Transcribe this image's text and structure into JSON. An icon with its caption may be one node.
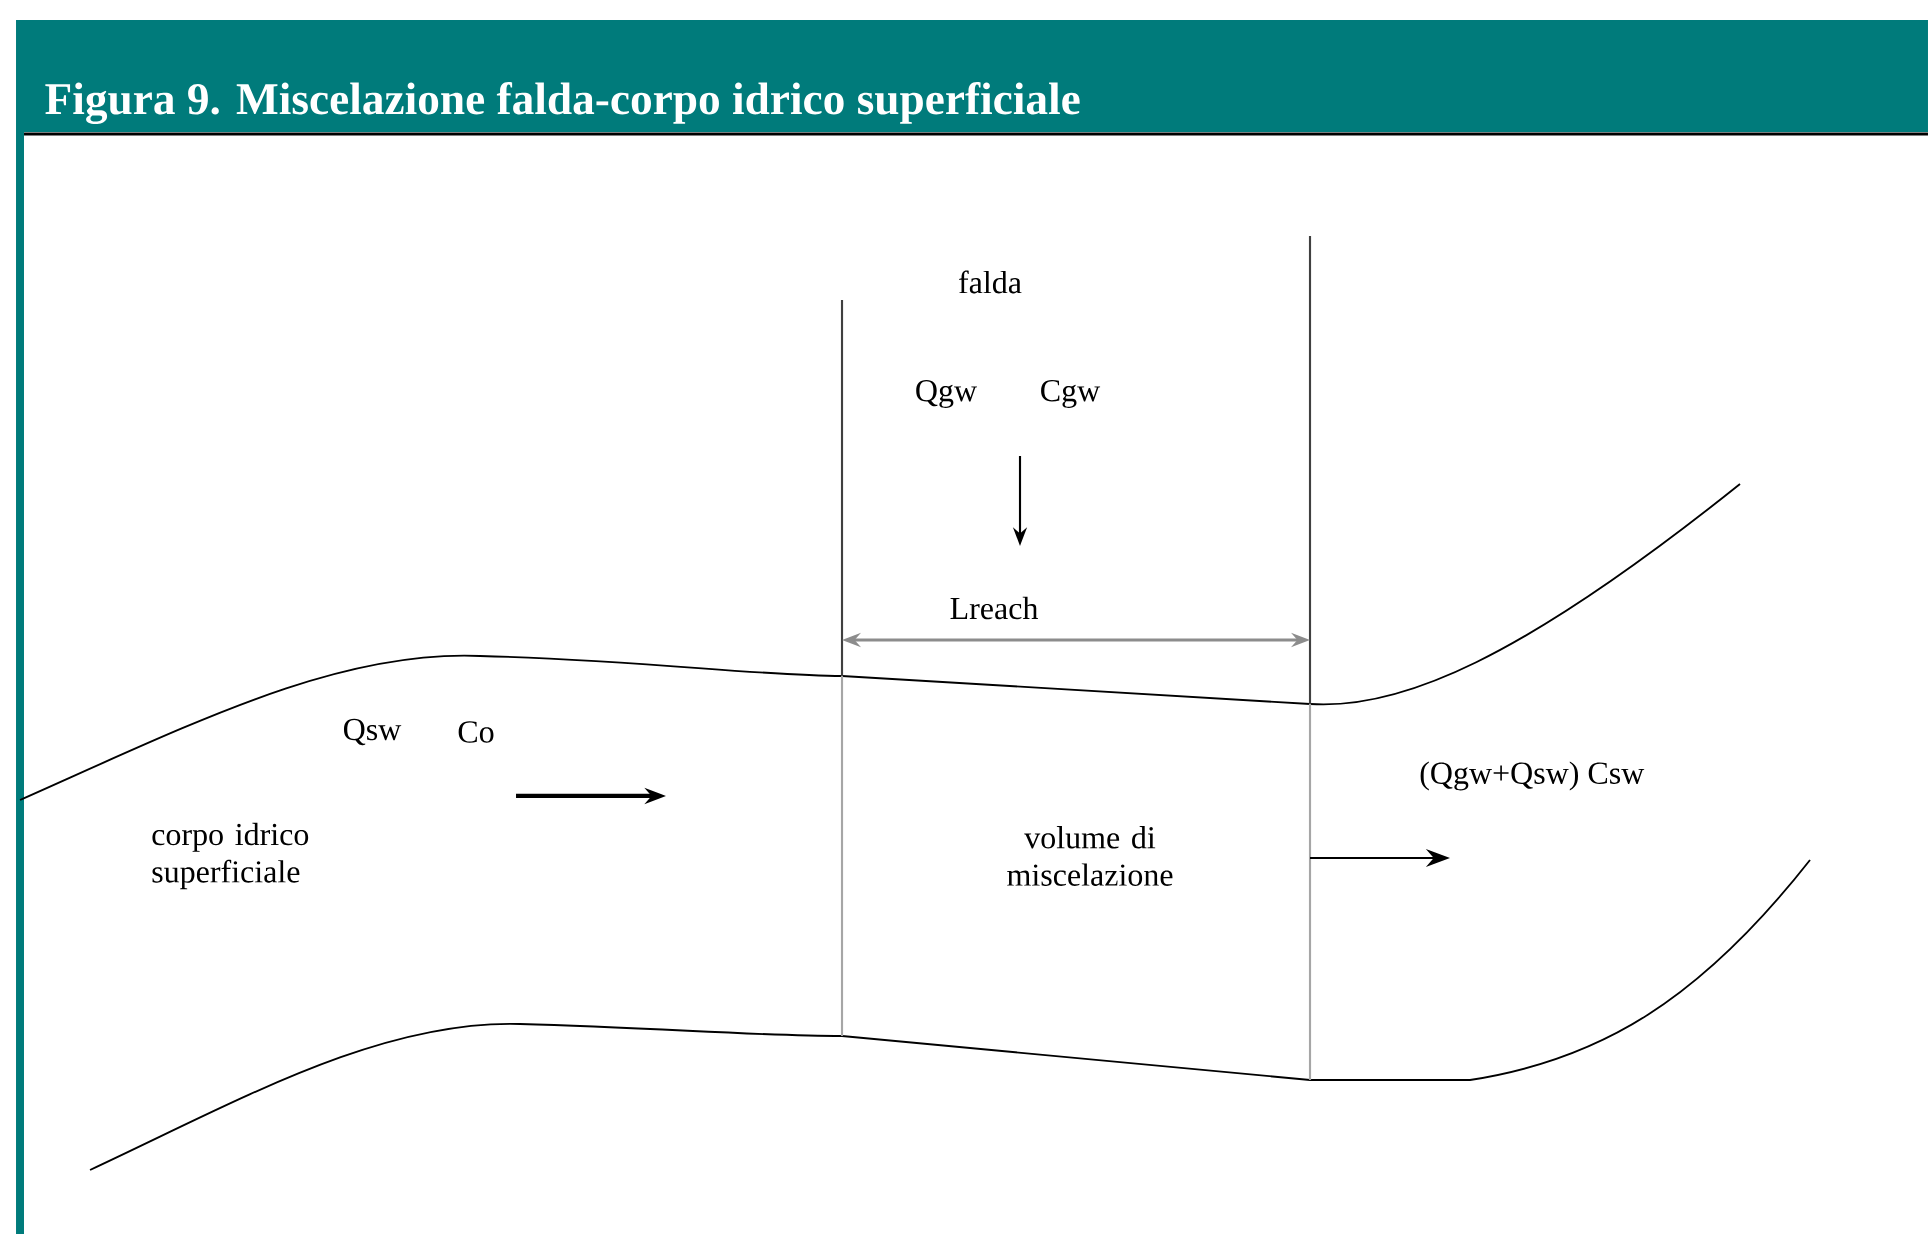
{
  "diagram": {
    "title": "Figura 9.   Miscelazione falda-corpo idrico superficiale",
    "labels": [
      "falda",
      "Qgw",
      "Cgw",
      "Lreach",
      "Qsw",
      "Co",
      "corpo idrico superficiale",
      "volume di miscelazione",
      "(Qgw+Qsw) Csw"
    ]
  }
}
